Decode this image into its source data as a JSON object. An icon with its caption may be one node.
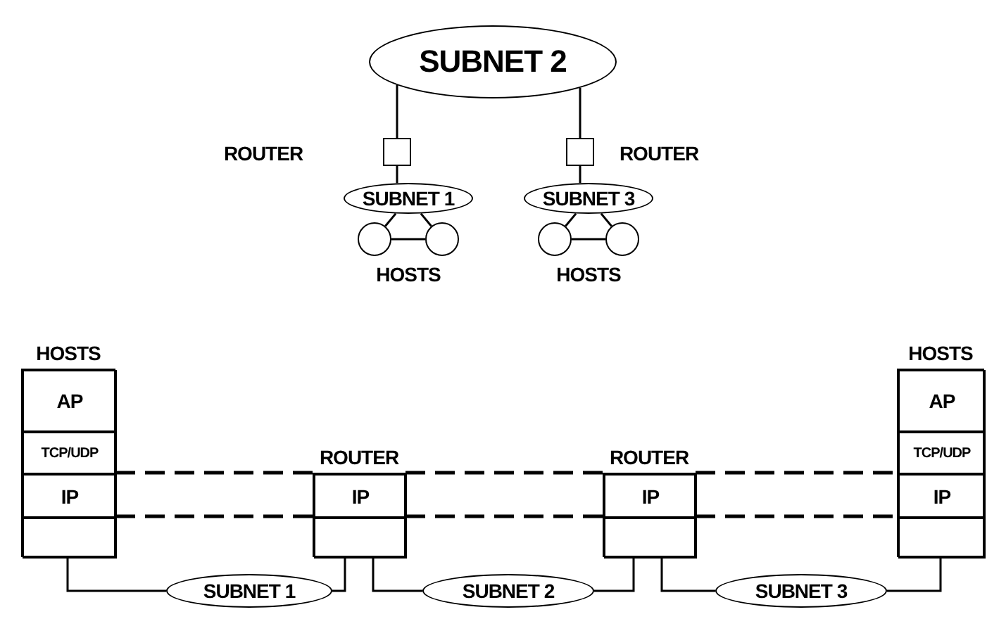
{
  "diagram": {
    "nodes": [
      {
        "text": [
          "SUBNET 2"
        ]
      },
      {
        "text": [],
        "shape": "box"
      },
      {
        "text": [],
        "shape": "box"
      },
      {
        "text": [
          "SUBNET 1"
        ]
      },
      {
        "text": [
          "SUBNET 3"
        ]
      },
      {
        "text": [],
        "shape": "circle"
      },
      {
        "text": [],
        "shape": "circle"
      },
      {
        "text": [],
        "shape": "circle"
      },
      {
        "text": [],
        "shape": "circle"
      },
      {
        "text": [
          "HOSTS"
        ]
      },
      {
        "text": [
          "AP"
        ],
        "in": 9
      },
      {
        "text": [
          "TCP/UDP"
        ],
        "in": 9
      },
      {
        "text": [
          "IP"
        ],
        "in": 9
      },
      {
        "text": [],
        "shape": "box",
        "in": 9
      },
      {
        "text": [
          "ROUTER"
        ]
      },
      {
        "text": [
          "IP"
        ],
        "in": 14
      },
      {
        "text": [],
        "shape": "box",
        "in": 14
      },
      {
        "text": [
          "ROUTER"
        ]
      },
      {
        "text": [
          "IP"
        ],
        "in": 17
      },
      {
        "text": [],
        "shape": "box",
        "in": 17
      },
      {
        "text": [
          "HOSTS"
        ]
      },
      {
        "text": [
          "AP"
        ],
        "in": 20
      },
      {
        "text": [
          "TCP/UDP"
        ],
        "in": 20
      },
      {
        "text": [
          "IP"
        ],
        "in": 20
      },
      {
        "text": [],
        "shape": "box",
        "in": 20
      },
      {
        "text": [
          "SUBNET 1"
        ]
      },
      {
        "text": [
          "SUBNET 2"
        ]
      },
      {
        "text": [
          "SUBNET 3"
        ]
      }
    ],
    "edges": [
      {
        "from": 0,
        "to": 1,
        "arrow": "none"
      },
      {
        "from": 1,
        "to": 3,
        "arrow": "none"
      },
      {
        "from": 0,
        "to": 2,
        "arrow": "none"
      },
      {
        "from": 2,
        "to": 4,
        "arrow": "none"
      },
      {
        "from": 3,
        "to": 5,
        "arrow": "none"
      },
      {
        "from": 3,
        "to": 6,
        "arrow": "none"
      },
      {
        "from": 5,
        "to": 6,
        "arrow": "none"
      },
      {
        "from": 4,
        "to": 7,
        "arrow": "none"
      },
      {
        "from": 4,
        "to": 8,
        "arrow": "none"
      },
      {
        "from": 7,
        "to": 8,
        "arrow": "none"
      },
      {
        "from": 13,
        "to": 25,
        "arrow": "none"
      },
      {
        "from": 25,
        "to": 16,
        "arrow": "none"
      },
      {
        "from": 16,
        "to": 26,
        "arrow": "none"
      },
      {
        "from": 26,
        "to": 19,
        "arrow": "none"
      },
      {
        "from": 19,
        "to": 27,
        "arrow": "none"
      },
      {
        "from": 27,
        "to": 24,
        "arrow": "none"
      },
      {
        "from": 12,
        "to": 15,
        "arrow": "none",
        "style": "dashed"
      },
      {
        "from": 12,
        "to": 15,
        "arrow": "none",
        "style": "dashed"
      },
      {
        "from": 15,
        "to": 18,
        "arrow": "none",
        "style": "dashed"
      },
      {
        "from": 15,
        "to": 18,
        "arrow": "none",
        "style": "dashed"
      },
      {
        "from": 18,
        "to": 23,
        "arrow": "none",
        "style": "dashed"
      },
      {
        "from": 18,
        "to": 23,
        "arrow": "none",
        "style": "dashed"
      }
    ],
    "labels": [
      "ROUTER",
      "ROUTER",
      "HOSTS",
      "HOSTS"
    ]
  }
}
